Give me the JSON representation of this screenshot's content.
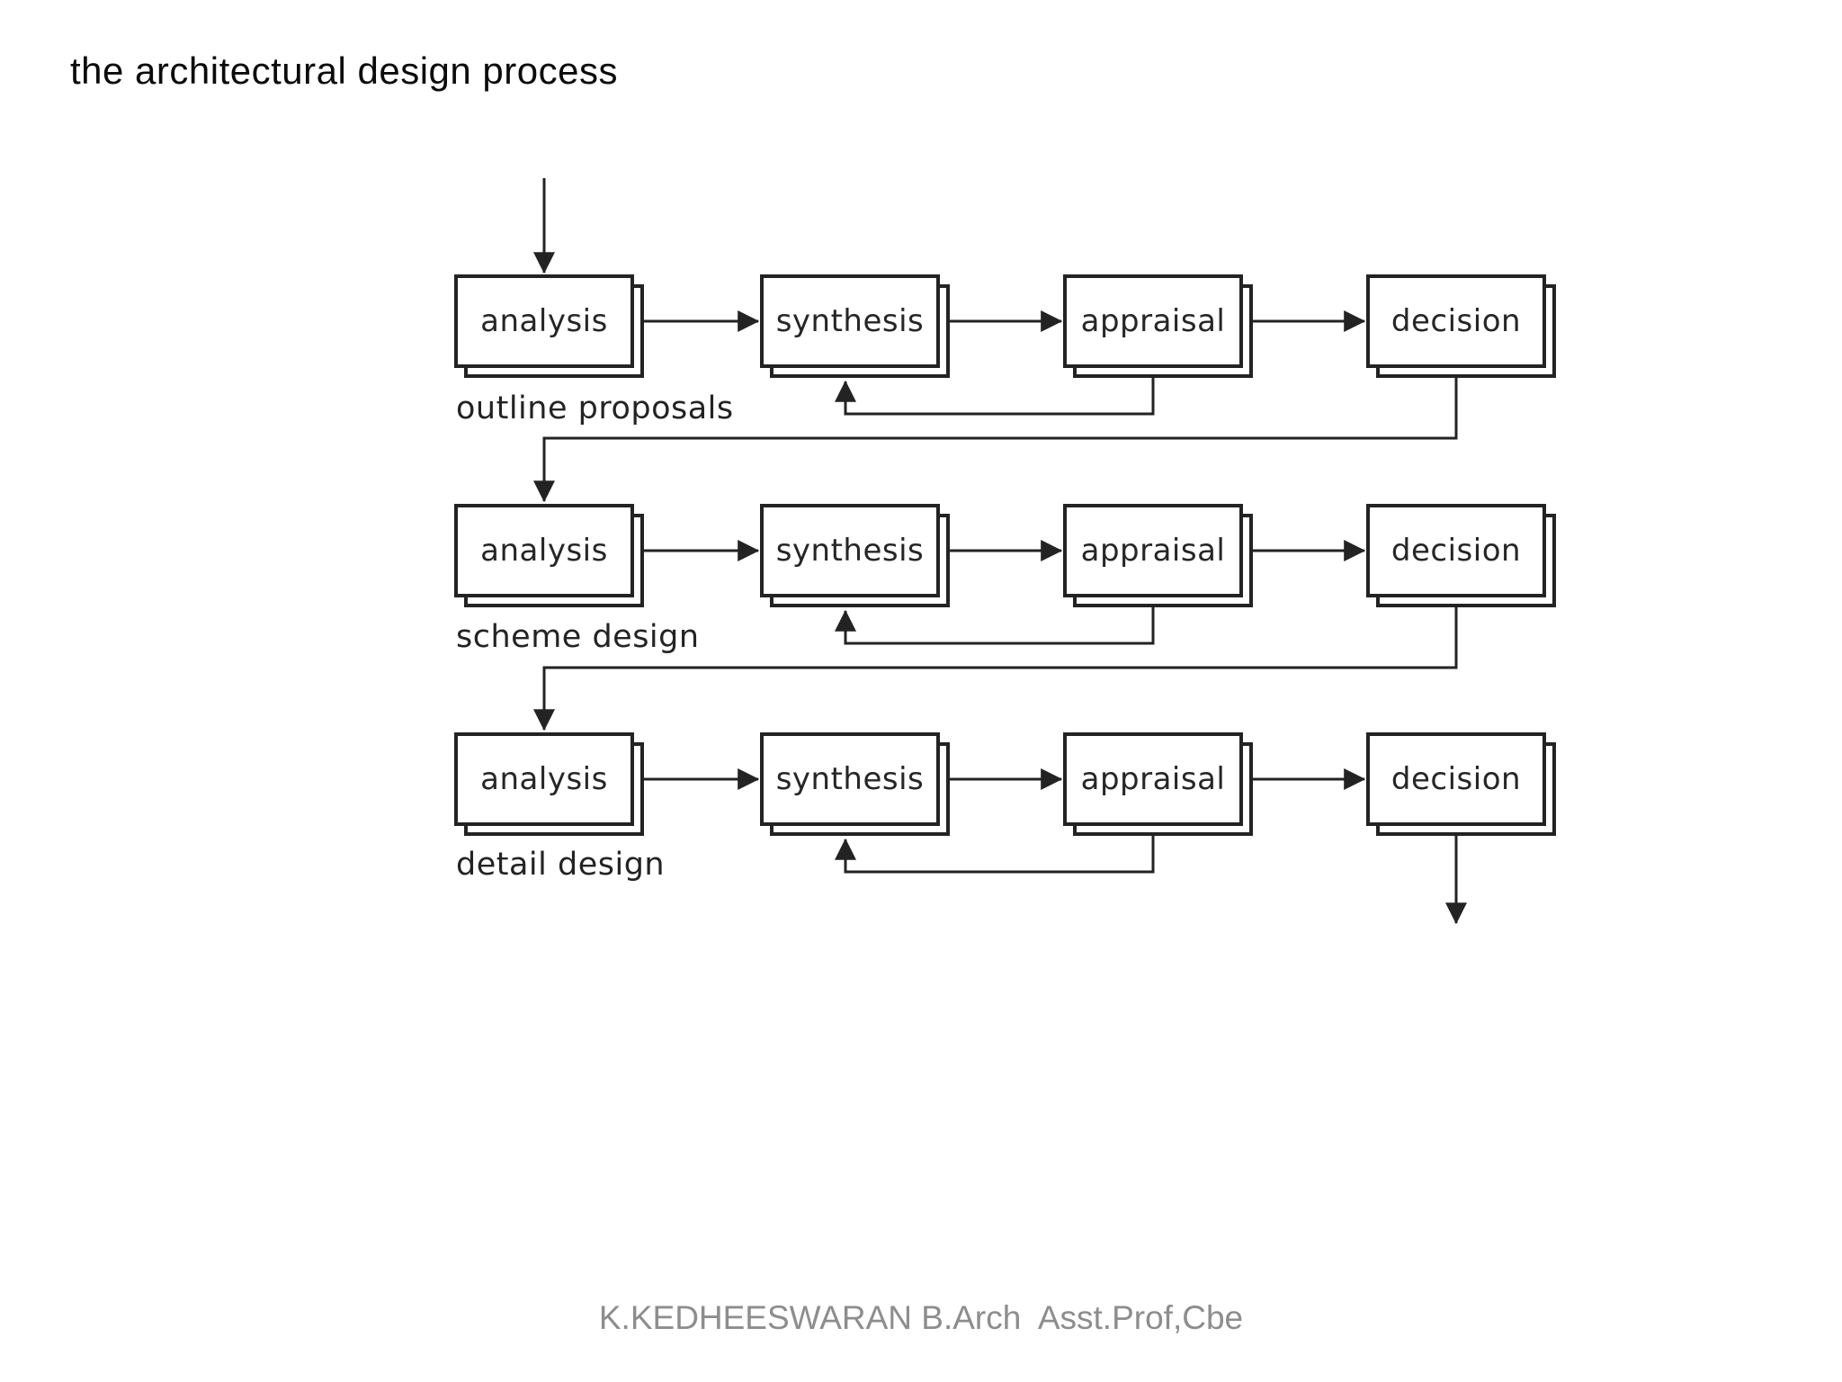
{
  "title": "the architectural design process",
  "diagram": {
    "rows": [
      {
        "label": "outline proposals",
        "stages": [
          "analysis",
          "synthesis",
          "appraisal",
          "decision"
        ]
      },
      {
        "label": "scheme design",
        "stages": [
          "analysis",
          "synthesis",
          "appraisal",
          "decision"
        ]
      },
      {
        "label": "detail design",
        "stages": [
          "analysis",
          "synthesis",
          "appraisal",
          "decision"
        ]
      }
    ],
    "flow": {
      "entry": "start",
      "feedback": "appraisal returns to synthesis in each row",
      "transition": "decision leads to analysis of next row",
      "exit": "decision of detail design exits downward"
    }
  },
  "footer": "K.KEDHEESWARAN B.Arch  Asst.Prof,Cbe",
  "colors": {
    "line": "#232323",
    "box_fill": "#ffffff",
    "box_border": "#232323",
    "title_text": "#0b0b0b",
    "footer_text": "#8d8d8d",
    "background": "#ffffff"
  }
}
